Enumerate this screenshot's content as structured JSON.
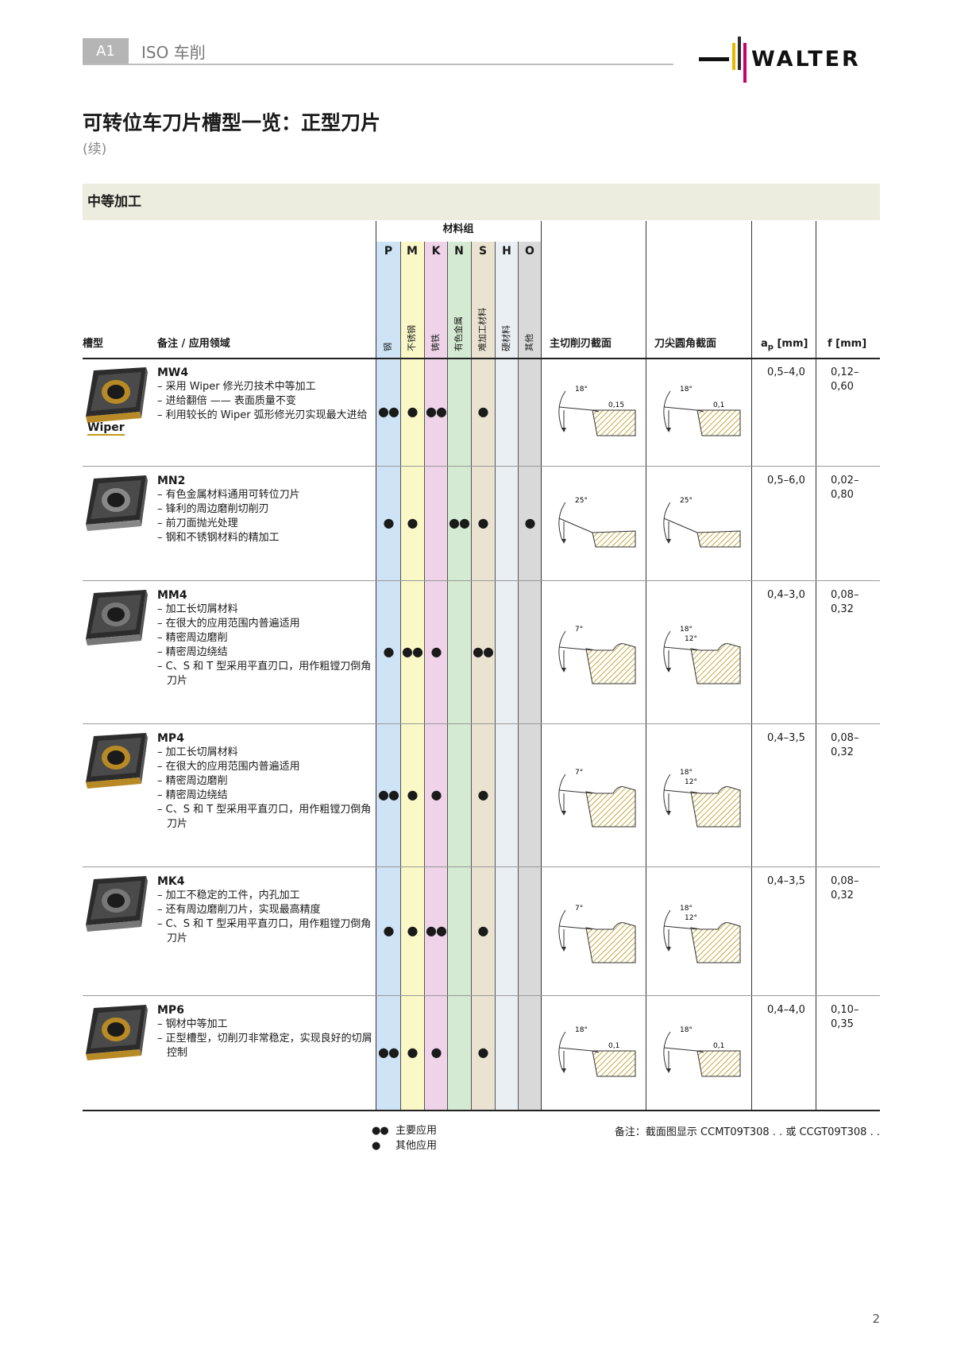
{
  "header": {
    "section_tag": "A1",
    "section_title": "ISO 车削",
    "brand": "WALTER"
  },
  "title": "可转位车刀片槽型一览：正型刀片",
  "subtitle": "(续)",
  "band": "中等加工",
  "columns": {
    "geometry": "槽型",
    "notes": "备注 / 应用领域",
    "material_group": "材料组",
    "main_section": "主切削刃截面",
    "corner_section": "刀尖圆角截面",
    "ap_main": "a",
    "ap_sub": "p",
    "ap_unit": " [mm]",
    "f": "f [mm]"
  },
  "materials": [
    {
      "letter": "P",
      "name": "钢",
      "color": "#cfe3f7"
    },
    {
      "letter": "M",
      "name": "不锈钢",
      "color": "#fbf8c8"
    },
    {
      "letter": "K",
      "name": "铸铁",
      "color": "#efd3e9"
    },
    {
      "letter": "N",
      "name": "有色金属",
      "color": "#d5ead2"
    },
    {
      "letter": "S",
      "name": "难加工材料",
      "color": "#ebe3d1"
    },
    {
      "letter": "H",
      "name": "硬材料",
      "color": "#eaeff3"
    },
    {
      "letter": "O",
      "name": "其他",
      "color": "#d9d9d9"
    }
  ],
  "rows": [
    {
      "code": "MW4",
      "notes": [
        "– 采用 Wiper 修光刃技术中等加工",
        "– 进给翻倍 —— 表面质量不变",
        "– 利用较长的 Wiper 弧形修光刃实现最大进给"
      ],
      "badge": "Wiper",
      "dots": [
        "●●",
        "●",
        "●●",
        "",
        "●",
        "",
        ""
      ],
      "ap": "0,5–4,0",
      "f": "0,12–0,60",
      "main_angles": [
        "18°"
      ],
      "main_land": "0,15",
      "corner_angles": [
        "18°"
      ],
      "corner_land": "0,1"
    },
    {
      "code": "MN2",
      "notes": [
        "– 有色金属材料通用可转位刀片",
        "– 锋利的周边磨削切削刃",
        "– 前刀面抛光处理",
        "– 钢和不锈钢材料的精加工"
      ],
      "badge": "",
      "dots": [
        "●",
        "●",
        "",
        "●●",
        "●",
        "",
        "●"
      ],
      "ap": "0,5–6,0",
      "f": "0,02–0,80",
      "main_angles": [
        "25°"
      ],
      "main_land": "",
      "corner_angles": [
        "25°"
      ],
      "corner_land": ""
    },
    {
      "code": "MM4",
      "notes": [
        "– 加工长切屑材料",
        "– 在很大的应用范围内普遍适用",
        "– 精密周边磨削",
        "– 精密周边绕结",
        "– C、S 和 T 型采用平直刃口，用作粗镗刀倒角刀片"
      ],
      "badge": "",
      "dots": [
        "●",
        "●●",
        "●",
        "",
        "●●",
        "",
        ""
      ],
      "ap": "0,4–3,0",
      "f": "0,08–0,32",
      "main_angles": [
        "7°"
      ],
      "main_land": "",
      "corner_angles": [
        "18°",
        "12°"
      ],
      "corner_land": ""
    },
    {
      "code": "MP4",
      "notes": [
        "– 加工长切屑材料",
        "– 在很大的应用范围内普遍适用",
        "– 精密周边磨削",
        "– 精密周边绕结",
        "– C、S 和 T 型采用平直刃口，用作粗镗刀倒角刀片"
      ],
      "badge": "",
      "dots": [
        "●●",
        "●",
        "●",
        "",
        "●",
        "",
        ""
      ],
      "ap": "0,4–3,5",
      "f": "0,08–0,32",
      "main_angles": [
        "7°"
      ],
      "main_land": "",
      "corner_angles": [
        "18°",
        "12°"
      ],
      "corner_land": ""
    },
    {
      "code": "MK4",
      "notes": [
        "– 加工不稳定的工件，内孔加工",
        "– 还有周边磨削刀片，实现最高精度",
        "– C、S 和 T 型采用平直刃口，用作粗镗刀倒角刀片"
      ],
      "badge": "",
      "dots": [
        "●",
        "●",
        "●●",
        "",
        "●",
        "",
        ""
      ],
      "ap": "0,4–3,5",
      "f": "0,08–0,32",
      "main_angles": [
        "7°"
      ],
      "main_land": "",
      "corner_angles": [
        "18°",
        "12°"
      ],
      "corner_land": ""
    },
    {
      "code": "MP6",
      "notes": [
        "– 钢材中等加工",
        "– 正型槽型，切削刃非常稳定，实现良好的切屑控制"
      ],
      "badge": "",
      "dots": [
        "●●",
        "●",
        "●",
        "",
        "●",
        "",
        ""
      ],
      "ap": "0,4–4,0",
      "f": "0,10–0,35",
      "main_angles": [
        "18°"
      ],
      "main_land": "0,1",
      "corner_angles": [
        "18°"
      ],
      "corner_land": "0,1"
    }
  ],
  "legend": [
    {
      "symbol": "●●",
      "label": "主要应用"
    },
    {
      "symbol": "●",
      "label": "其他应用"
    }
  ],
  "footnote": "备注：截面图显示 CCMT09T308 . . 或 CCGT09T308 . .",
  "page_number": "2"
}
